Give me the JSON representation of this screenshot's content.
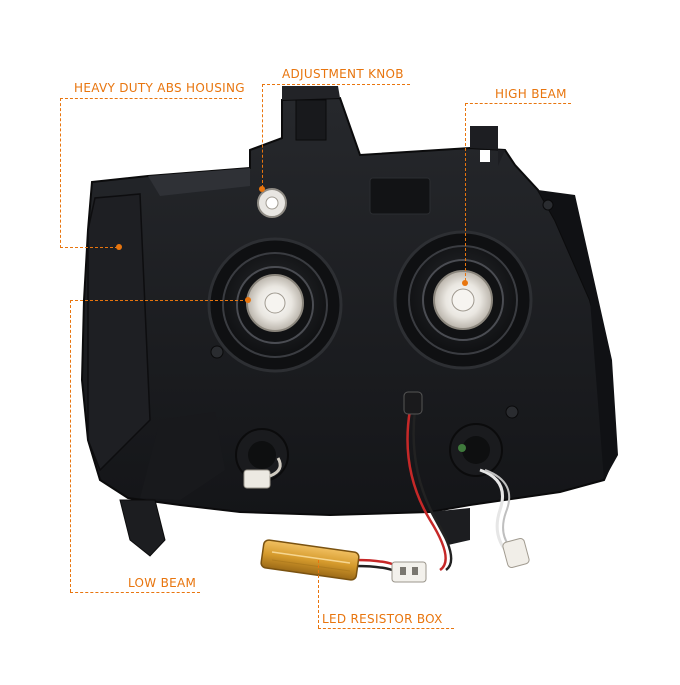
{
  "callouts": {
    "housing": "HEAVY DUTY ABS HOUSING",
    "knob": "ADJUSTMENT KNOB",
    "high_beam": "HIGH  BEAM",
    "low_beam": "LOW BEAM",
    "resistor": "LED RESISTOR BOX"
  },
  "colors": {
    "accent": "#e8750e",
    "housing": "#1b1c1f",
    "resistor_box": "#d59a2c"
  }
}
